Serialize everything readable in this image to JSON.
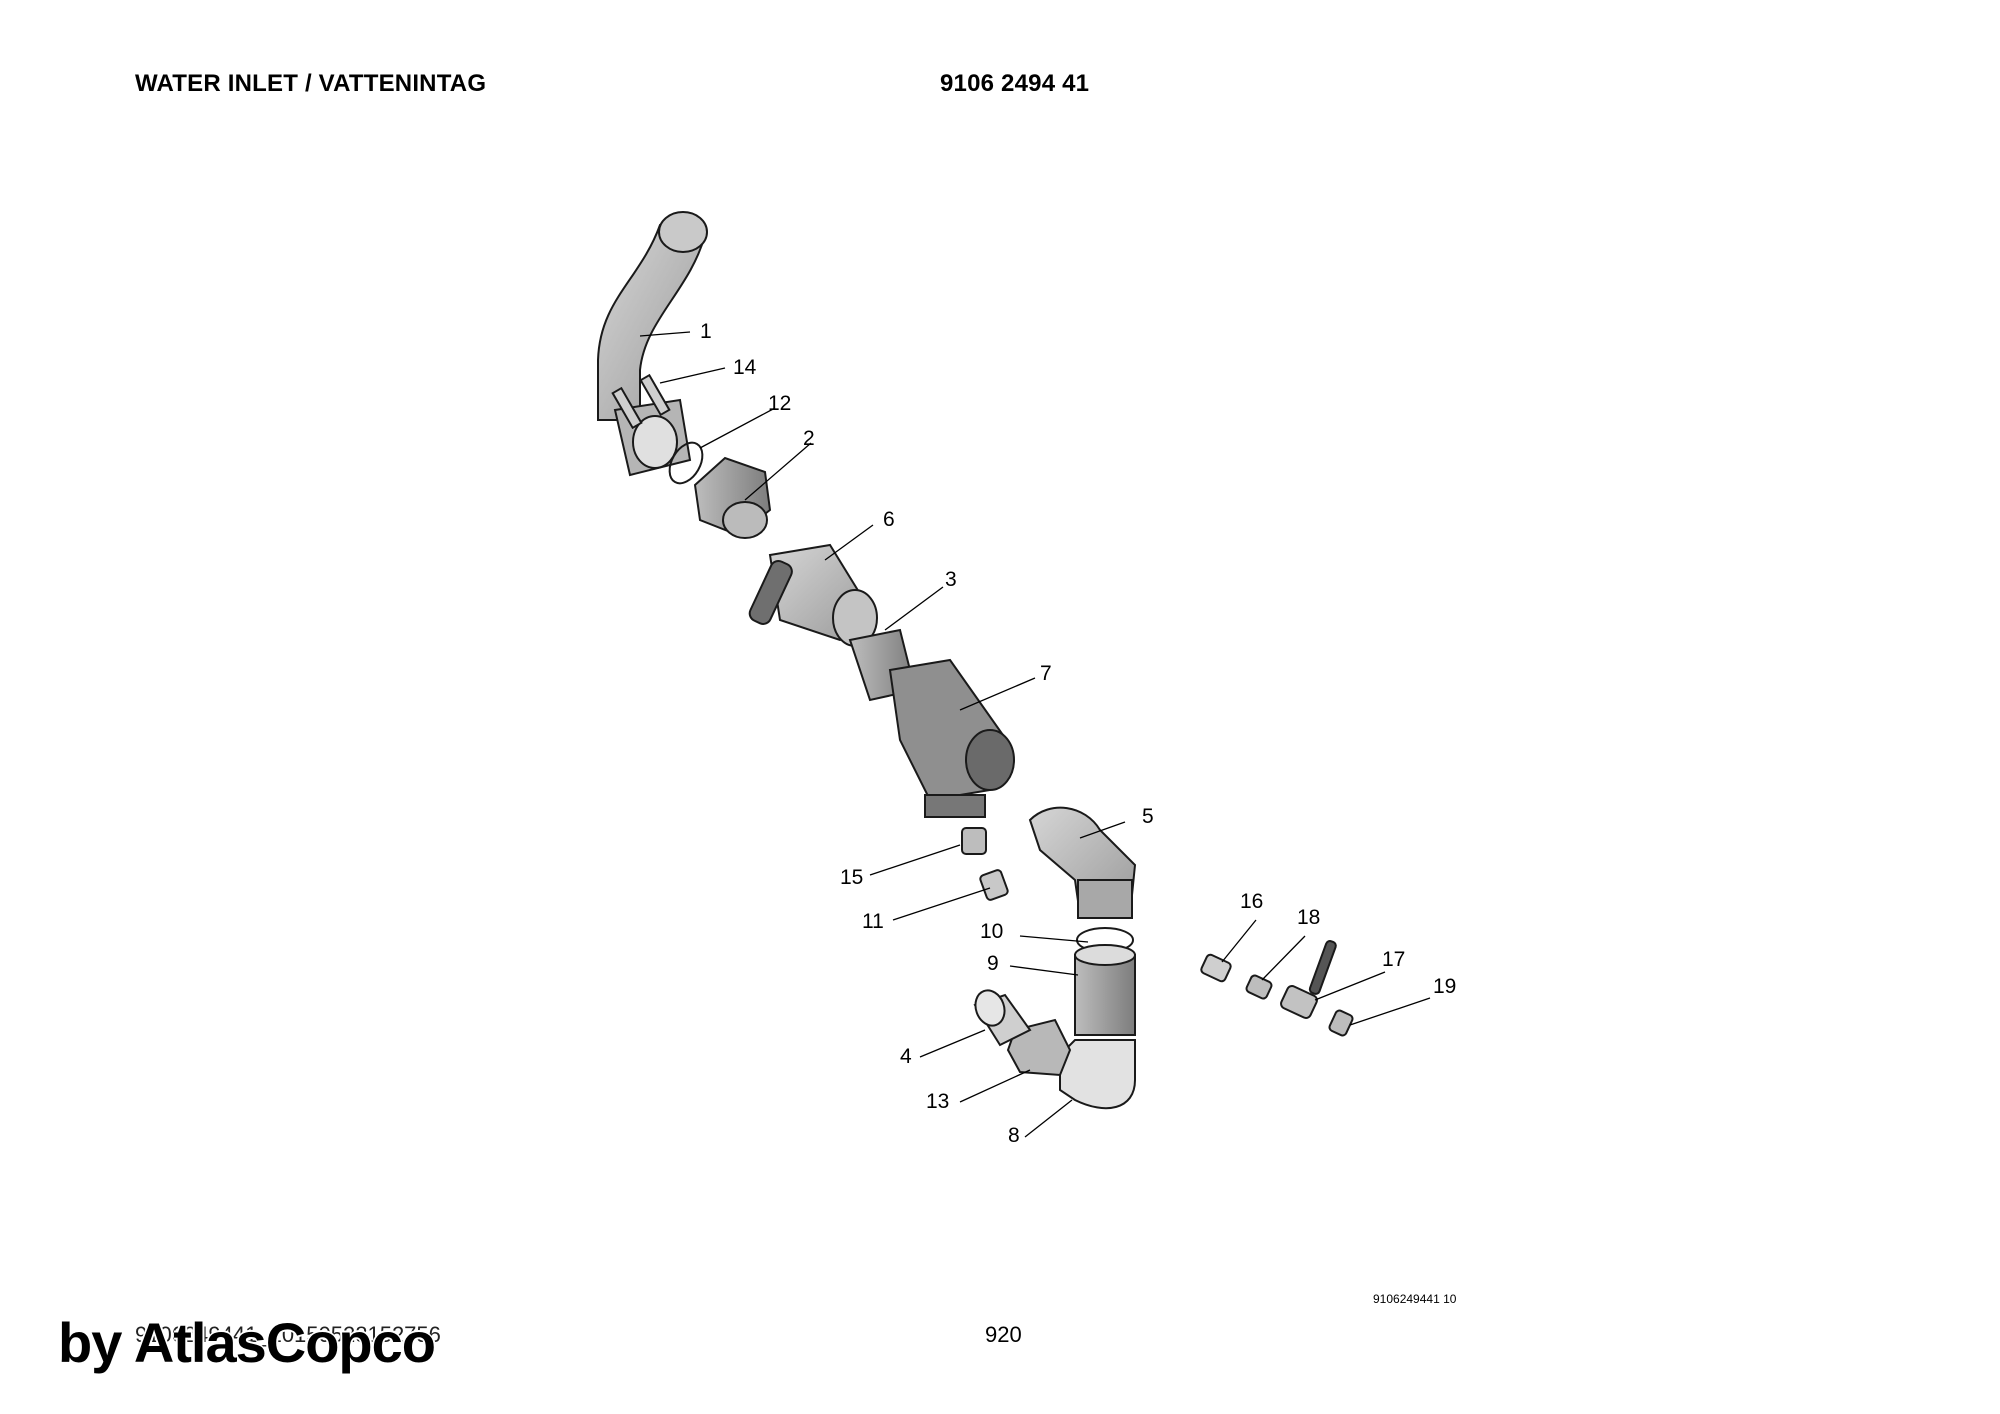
{
  "header": {
    "title": "WATER INLET / VATTENINTAG",
    "part_number": "9106 2494 41"
  },
  "callouts": [
    "1",
    "14",
    "12",
    "2",
    "6",
    "3",
    "7",
    "5",
    "15",
    "11",
    "10",
    "9",
    "4",
    "13",
    "8",
    "16",
    "18",
    "17",
    "19"
  ],
  "footer": {
    "drawing_ref": "9106249441 10",
    "file_id": "9106249441_20150528152756",
    "page_number": "920",
    "watermark": "by AtlasCopco"
  }
}
